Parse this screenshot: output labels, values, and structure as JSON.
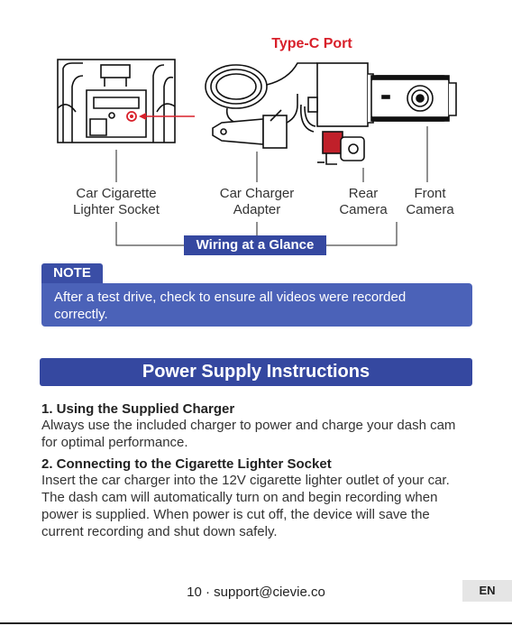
{
  "diagram": {
    "port_label": "Type-C Port",
    "callouts": [
      {
        "line1": "Car Cigarette",
        "line2": "Lighter Socket"
      },
      {
        "line1": "Car Charger",
        "line2": "Adapter"
      },
      {
        "line1": "Rear",
        "line2": "Camera"
      },
      {
        "line1": "Front",
        "line2": "Camera"
      }
    ],
    "wiring_label": "Wiring at a Glance"
  },
  "note": {
    "tab": "NOTE",
    "text": "After a test drive, check to ensure all videos were recorded correctly."
  },
  "section": {
    "title": "Power Supply Instructions",
    "items": [
      {
        "heading": "1. Using the Supplied Charger",
        "body": "Always use the included charger to power and charge your dash cam for optimal performance."
      },
      {
        "heading": "2. Connecting to the Cigarette Lighter Socket",
        "body": "Insert the car charger into the 12V cigarette lighter outlet of your car. The dash cam will automatically turn on and begin recording when power is supplied. When power is cut off, the device will save the current recording and shut down safely."
      }
    ]
  },
  "footer": {
    "text": "10 · support@cievie.co",
    "lang": "EN"
  },
  "colors": {
    "accent_blue": "#3548a0",
    "note_blue": "#4b62b8",
    "port_red": "#d8202a",
    "rear_cam_red": "#c0202a"
  }
}
